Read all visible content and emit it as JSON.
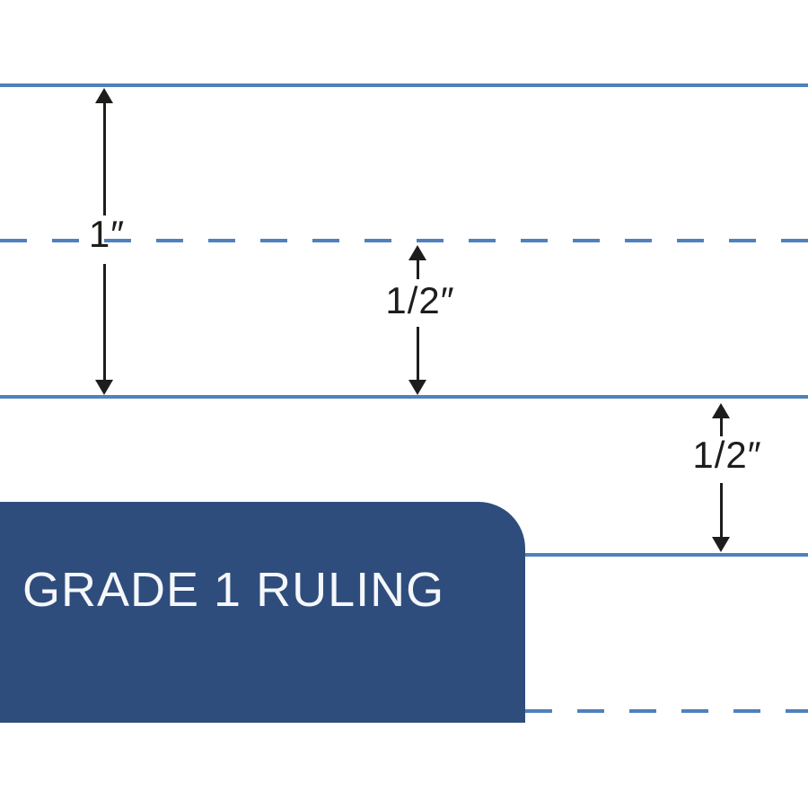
{
  "badge": {
    "label": "GRADE 1 RULING"
  },
  "measurements": {
    "one_inch": {
      "label": "1″"
    },
    "half_inch_top": {
      "label": "1/2″"
    },
    "half_inch_bottom": {
      "label": "1/2″"
    }
  },
  "icons": {
    "arrow_up": "arrowhead-up-icon",
    "arrow_down": "arrowhead-down-icon"
  },
  "colors": {
    "line-color": "#4f81bd",
    "badge-bg": "#2f4d7c",
    "badge-text": "#f5f7fa",
    "arrow-color": "#1d1d1b",
    "background": "#ffffff"
  }
}
